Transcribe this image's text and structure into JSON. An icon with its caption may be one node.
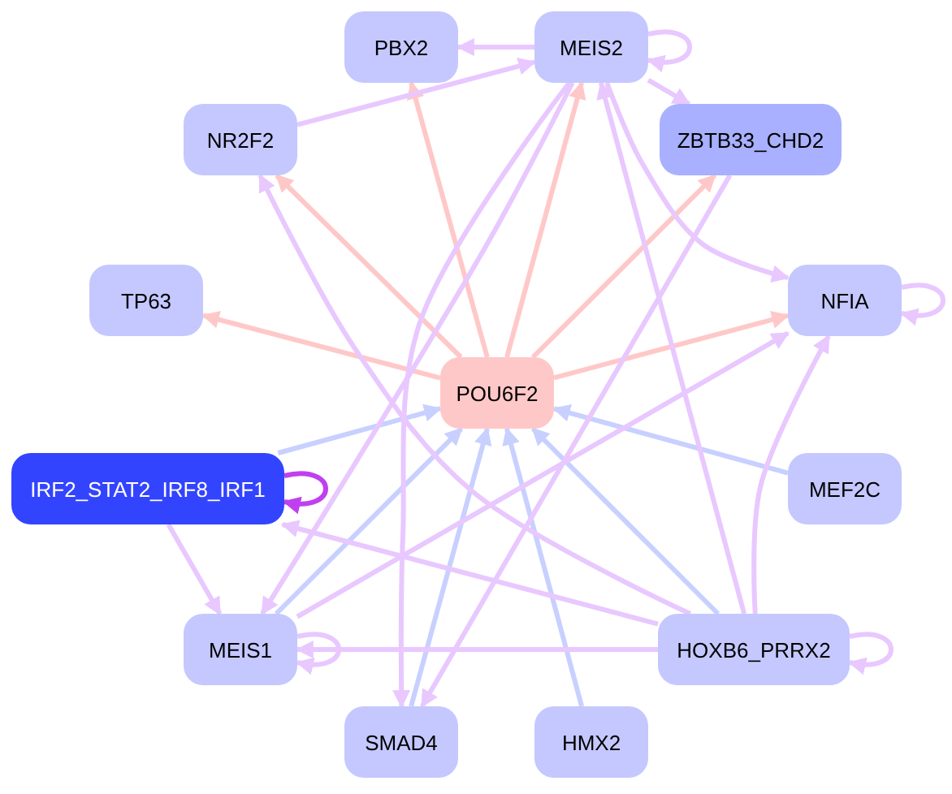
{
  "diagram": {
    "nodes": [
      {
        "text": [
          "PBX2"
        ]
      },
      {
        "text": [
          "MEIS2"
        ]
      },
      {
        "text": [
          "NR2F2"
        ]
      },
      {
        "text": [
          "ZBTB33_CHD2"
        ]
      },
      {
        "text": [
          "TP63"
        ]
      },
      {
        "text": [
          "NFIA"
        ]
      },
      {
        "text": [
          "POU6F2"
        ]
      },
      {
        "text": [
          "IRF2_STAT2_IRF8_IRF1"
        ]
      },
      {
        "text": [
          "MEF2C"
        ]
      },
      {
        "text": [
          "MEIS1"
        ]
      },
      {
        "text": [
          "HOXB6_PRRX2"
        ]
      },
      {
        "text": [
          "SMAD4"
        ]
      },
      {
        "text": [
          "HMX2"
        ]
      }
    ],
    "edges": [
      {
        "from": 6,
        "to": 0,
        "arrow": "to",
        "color": "#ffc8c8"
      },
      {
        "from": 6,
        "to": 1,
        "arrow": "to",
        "color": "#ffc8c8"
      },
      {
        "from": 6,
        "to": 2,
        "arrow": "to",
        "color": "#ffc8c8"
      },
      {
        "from": 6,
        "to": 3,
        "arrow": "to",
        "color": "#ffc8c8"
      },
      {
        "from": 6,
        "to": 4,
        "arrow": "to",
        "color": "#ffc8c8"
      },
      {
        "from": 6,
        "to": 5,
        "arrow": "to",
        "color": "#ffc8c8"
      },
      {
        "from": 7,
        "to": 6,
        "arrow": "to",
        "color": "#c8d0ff"
      },
      {
        "from": 8,
        "to": 6,
        "arrow": "to",
        "color": "#c8d0ff"
      },
      {
        "from": 9,
        "to": 6,
        "arrow": "to",
        "color": "#c8d0ff"
      },
      {
        "from": 11,
        "to": 6,
        "arrow": "to",
        "color": "#c8d0ff"
      },
      {
        "from": 12,
        "to": 6,
        "arrow": "to",
        "color": "#c8d0ff"
      },
      {
        "from": 10,
        "to": 6,
        "arrow": "to",
        "color": "#c8d0ff"
      },
      {
        "from": 1,
        "to": 0,
        "arrow": "to"
      },
      {
        "from": 1,
        "to": 1,
        "arrow": "to"
      },
      {
        "from": 1,
        "to": 3,
        "arrow": "to"
      },
      {
        "from": 2,
        "to": 1,
        "arrow": "to"
      },
      {
        "from": 1,
        "to": 5,
        "arrow": "to"
      },
      {
        "from": 1,
        "to": 9,
        "arrow": "to"
      },
      {
        "from": 1,
        "to": 11,
        "arrow": "to"
      },
      {
        "from": 10,
        "to": 1,
        "arrow": "to"
      },
      {
        "from": 10,
        "to": 2,
        "arrow": "to"
      },
      {
        "from": 3,
        "to": 11,
        "arrow": "to"
      },
      {
        "from": 9,
        "to": 5,
        "arrow": "to"
      },
      {
        "from": 10,
        "to": 5,
        "arrow": "to"
      },
      {
        "from": 10,
        "to": 7,
        "arrow": "to"
      },
      {
        "from": 10,
        "to": 9,
        "arrow": "to"
      },
      {
        "from": 9,
        "to": 9,
        "arrow": "to"
      },
      {
        "from": 10,
        "to": 10,
        "arrow": "to"
      },
      {
        "from": 5,
        "to": 5,
        "arrow": "to"
      },
      {
        "from": 7,
        "to": 9,
        "arrow": "to"
      },
      {
        "from": 7,
        "to": 7,
        "arrow": "to",
        "color": "#c040f0"
      }
    ]
  }
}
